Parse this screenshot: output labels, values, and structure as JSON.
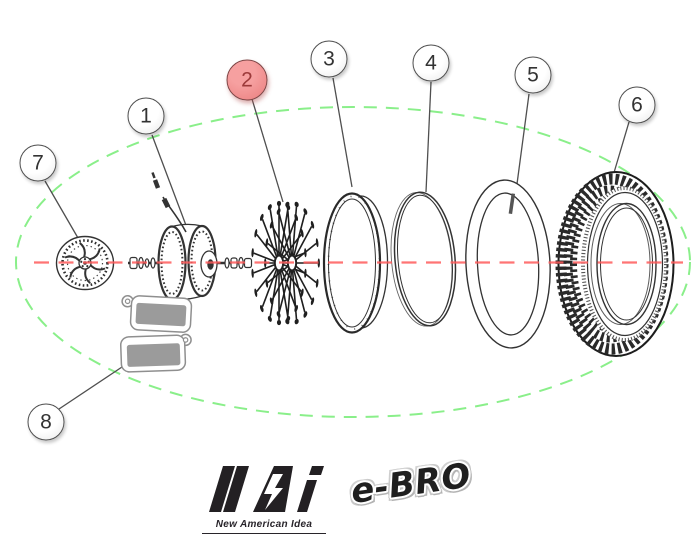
{
  "diagram": {
    "callouts": [
      {
        "label": "1",
        "highlighted": false
      },
      {
        "label": "2",
        "highlighted": true
      },
      {
        "label": "3",
        "highlighted": false
      },
      {
        "label": "4",
        "highlighted": false
      },
      {
        "label": "5",
        "highlighted": false
      },
      {
        "label": "6",
        "highlighted": false
      },
      {
        "label": "7",
        "highlighted": false
      },
      {
        "label": "8",
        "highlighted": false
      }
    ]
  },
  "branding": {
    "mark": "NAI",
    "tagline": "New American Idea",
    "brand_name": "e-BRO"
  },
  "colors": {
    "highlight_fill": "#ee8181",
    "highlight_border": "#7d4646",
    "callout_fill": "#ffffff",
    "callout_border": "#4e4e4e",
    "boundary_green": "#8aef8a",
    "centerline_red": "#ff5c5c",
    "line_art": "#333333",
    "brake_pad_gray": "#9b9b9b",
    "logo_black": "#232023"
  }
}
